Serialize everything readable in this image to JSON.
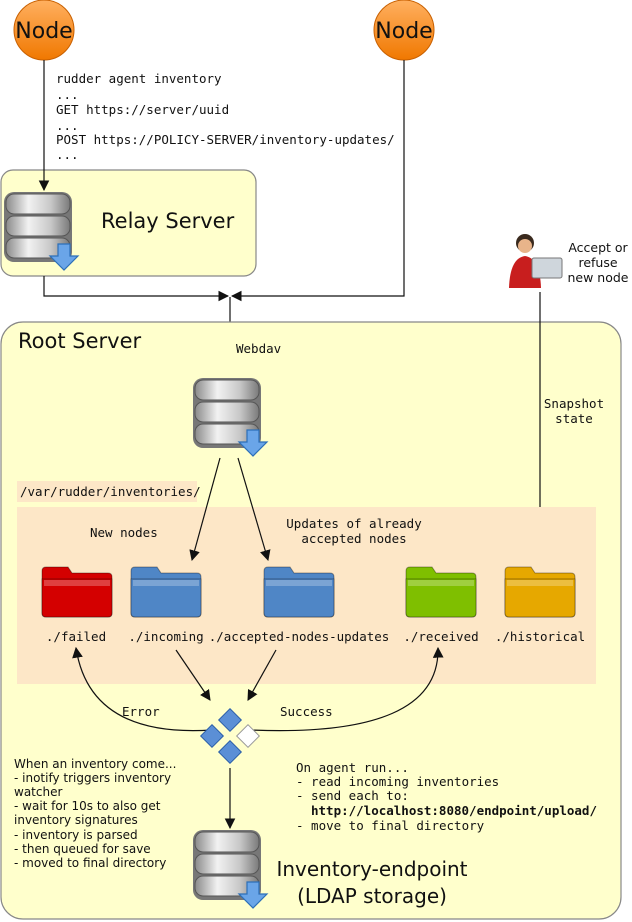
{
  "nodes": {
    "left_label": "Node",
    "right_label": "Node"
  },
  "node_commands": [
    "rudder agent inventory",
    "...",
    "GET https://server/uuid",
    "...",
    "POST https://POLICY-SERVER/inventory-updates/",
    "..."
  ],
  "relay": {
    "title": "Relay Server"
  },
  "admin": {
    "lines": [
      "Accept or",
      "refuse",
      "new node"
    ]
  },
  "root": {
    "title": "Root Server",
    "webdav_label": "Webdav",
    "snapshot_lines": [
      "Snapshot",
      "state"
    ],
    "path_label": "/var/rudder/inventories/",
    "new_nodes_label": "New nodes",
    "updates_lines": [
      "Updates of already",
      "accepted nodes"
    ]
  },
  "folders": [
    {
      "label": "./failed",
      "color": "#d40000"
    },
    {
      "label": "./incoming",
      "color": "#4f86c6"
    },
    {
      "label": "./accepted-nodes-updates",
      "color": "#4f86c6"
    },
    {
      "label": "./received",
      "color": "#7fbf00"
    },
    {
      "label": "./historical",
      "color": "#e6a800"
    }
  ],
  "flow": {
    "error_label": "Error",
    "success_label": "Success"
  },
  "watcher_notes": {
    "heading": "When an inventory come...",
    "lines": [
      "- inotify triggers inventory",
      "   watcher",
      "- wait for 10s to also get",
      "  inventory signatures",
      "- inventory is parsed",
      "- then queued for save",
      "- moved to final directory"
    ]
  },
  "agent_notes": {
    "heading": "On agent run...",
    "line_read": "- read incoming inventories",
    "line_send": "- send each to:",
    "url": "http://localhost:8080/endpoint/upload/",
    "line_move": "- move to final directory"
  },
  "endpoint": {
    "title": "Inventory-endpoint",
    "subtitle": "(LDAP storage)"
  },
  "colors": {
    "node_orange": "#ff8c1a",
    "panel_yellow": "#ffffcc",
    "zone_orange": "#fde7c7",
    "line": "#111111"
  }
}
